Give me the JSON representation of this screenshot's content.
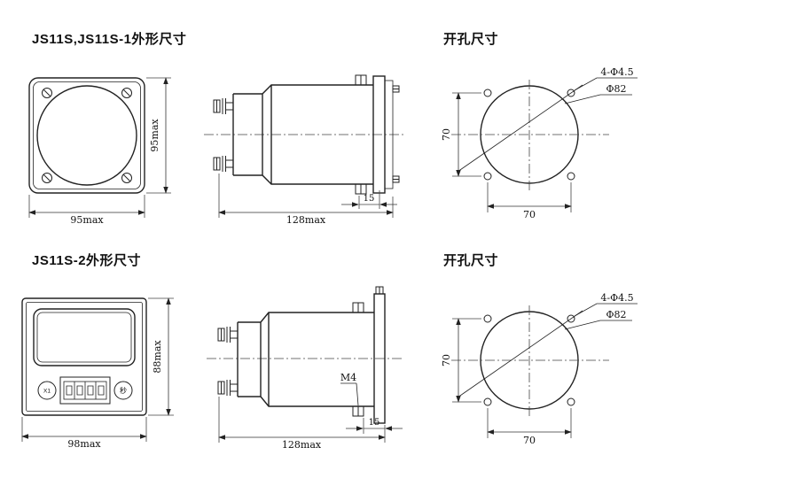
{
  "sections": {
    "js11s_1": {
      "title": "JS11S,JS11S-1外形尺寸",
      "front_view": {
        "width_dim": "95max",
        "height_dim": "95max"
      },
      "side_view": {
        "length_dim": "128max",
        "panel_gap_dim": "15"
      },
      "hole_view": {
        "title": "开孔尺寸",
        "mount_holes": "4-Φ4.5",
        "cutout_dia": "Φ82",
        "h_spacing": "70",
        "v_spacing": "70"
      }
    },
    "js11s_2": {
      "title": "JS11S-2外形尺寸",
      "front_view": {
        "width_dim": "98max",
        "height_dim": "88max",
        "reset_knob": "X1",
        "unit_label": "秒"
      },
      "side_view": {
        "length_dim": "128max",
        "panel_gap_dim": "15",
        "screw_thread": "M4"
      },
      "hole_view": {
        "title": "开孔尺寸",
        "mount_holes": "4-Φ4.5",
        "cutout_dia": "Φ82",
        "h_spacing": "70",
        "v_spacing": "70"
      }
    }
  }
}
